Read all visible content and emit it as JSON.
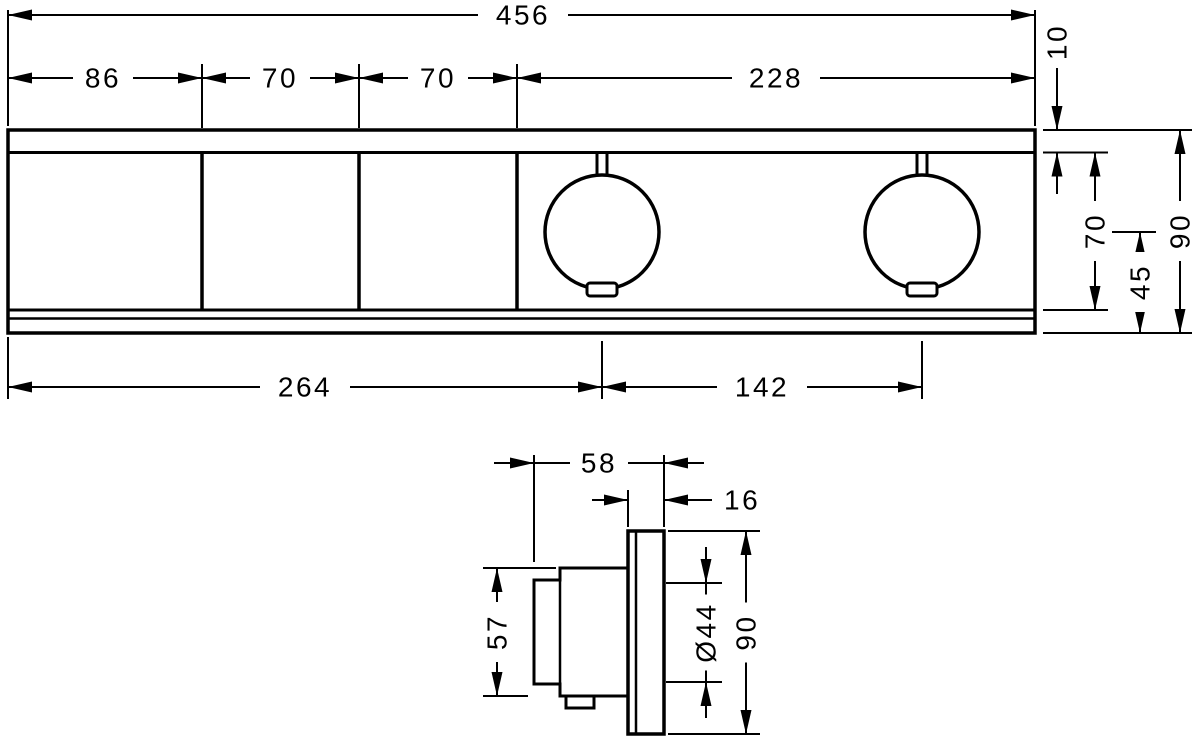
{
  "colors": {
    "background": "#ffffff",
    "ink": "#000000"
  },
  "front_view": {
    "dims": {
      "total_width": "456",
      "segment_1": "86",
      "segment_2": "70",
      "segment_3": "70",
      "segment_4": "228",
      "top_strip": "10",
      "inner_height": "70",
      "knob_center_to_bottom": "45",
      "total_height": "90",
      "left_edge_to_first_knob": "264",
      "knob_spacing": "142"
    }
  },
  "side_view": {
    "dims": {
      "total_depth": "58",
      "plate_thickness": "16",
      "body_height": "57",
      "knob_diameter": "Ø44",
      "plate_height": "90"
    }
  }
}
